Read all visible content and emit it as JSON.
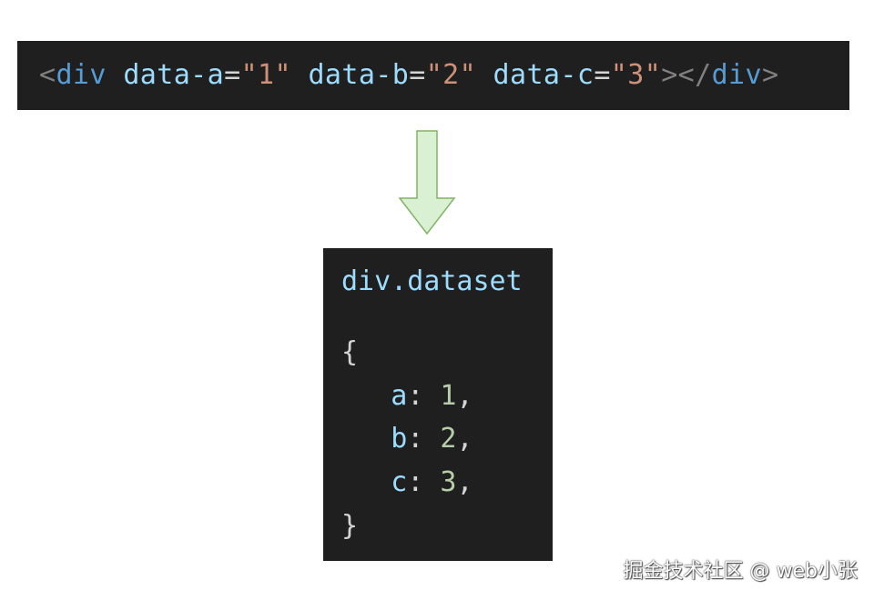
{
  "top_code": {
    "open_bracket": "<",
    "tag": "div",
    "attrs": [
      {
        "name": "data-a",
        "eq": "=",
        "value": "\"1\""
      },
      {
        "name": "data-b",
        "eq": "=",
        "value": "\"2\""
      },
      {
        "name": "data-c",
        "eq": "=",
        "value": "\"3\""
      }
    ],
    "close_open": "></",
    "close_tag": "div",
    "close_bracket": ">"
  },
  "bottom_code": {
    "expr": "div.dataset",
    "open_brace": "{",
    "entries": [
      {
        "key": "a",
        "sep": ": ",
        "value": "1",
        "comma": ","
      },
      {
        "key": "b",
        "sep": ": ",
        "value": "2",
        "comma": ","
      },
      {
        "key": "c",
        "sep": ": ",
        "value": "3",
        "comma": ","
      }
    ],
    "close_brace": "}"
  },
  "arrow": {
    "fill": "#d9f0d3",
    "stroke": "#82b366",
    "direction": "down"
  },
  "colors": {
    "code_background": "#1f1f1f",
    "tag": "#569cd6",
    "attribute": "#9cdcfe",
    "string": "#ce9178",
    "number": "#b5cea8",
    "punctuation": "#808080"
  },
  "watermark": "掘金技术社区 @ web小张"
}
